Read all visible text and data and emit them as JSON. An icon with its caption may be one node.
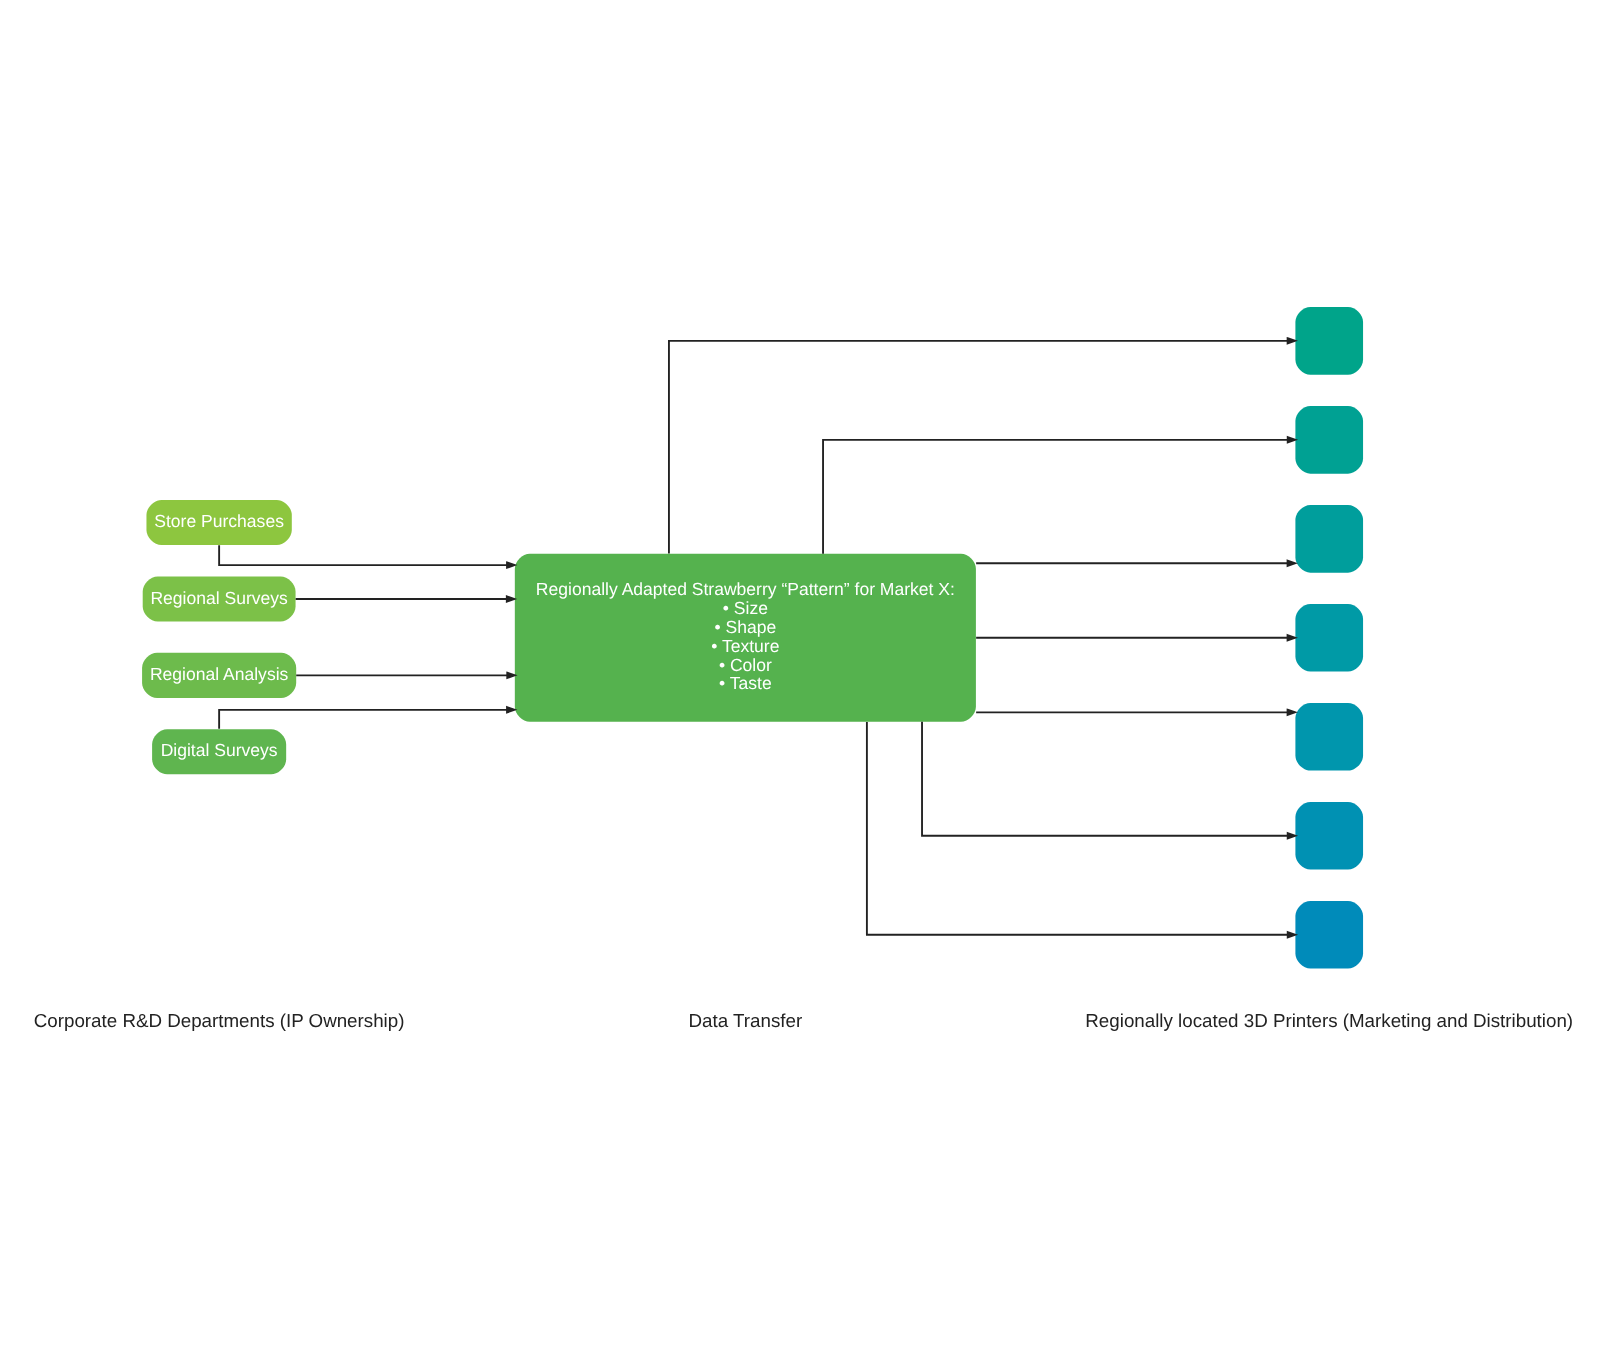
{
  "diagram": {
    "nodes": [
      {
        "text": [
          "Store Purchases"
        ]
      },
      {
        "text": [
          "Regional Surveys"
        ]
      },
      {
        "text": [
          "Regional Analysis"
        ]
      },
      {
        "text": [
          "Digital Surveys"
        ]
      },
      {
        "text": [
          "Regionally Adapted Strawberry “Pattern” for Market X:",
          "• Size",
          "• Shape",
          "• Texture",
          "• Color",
          "• Taste"
        ]
      },
      {
        "text": [],
        "shape": "box"
      },
      {
        "text": [],
        "shape": "box"
      },
      {
        "text": [],
        "shape": "box"
      },
      {
        "text": [],
        "shape": "box"
      },
      {
        "text": [],
        "shape": "box"
      },
      {
        "text": [],
        "shape": "box"
      },
      {
        "text": [],
        "shape": "box"
      }
    ],
    "edges": [
      {
        "from": 0,
        "to": 4,
        "arrow": "to"
      },
      {
        "from": 1,
        "to": 4,
        "arrow": "to"
      },
      {
        "from": 2,
        "to": 4,
        "arrow": "to"
      },
      {
        "from": 3,
        "to": 4,
        "arrow": "to"
      },
      {
        "from": 4,
        "to": 5,
        "arrow": "to"
      },
      {
        "from": 4,
        "to": 6,
        "arrow": "to"
      },
      {
        "from": 4,
        "to": 7,
        "arrow": "to"
      },
      {
        "from": 4,
        "to": 8,
        "arrow": "to"
      },
      {
        "from": 4,
        "to": 9,
        "arrow": "to"
      },
      {
        "from": 4,
        "to": 10,
        "arrow": "to"
      },
      {
        "from": 4,
        "to": 11,
        "arrow": "to"
      }
    ],
    "labels": [
      "Corporate R&D Departments (IP Ownership)",
      "Regionally located 3D Printers (Marketing and Distribution)",
      "Data Transfer"
    ]
  }
}
